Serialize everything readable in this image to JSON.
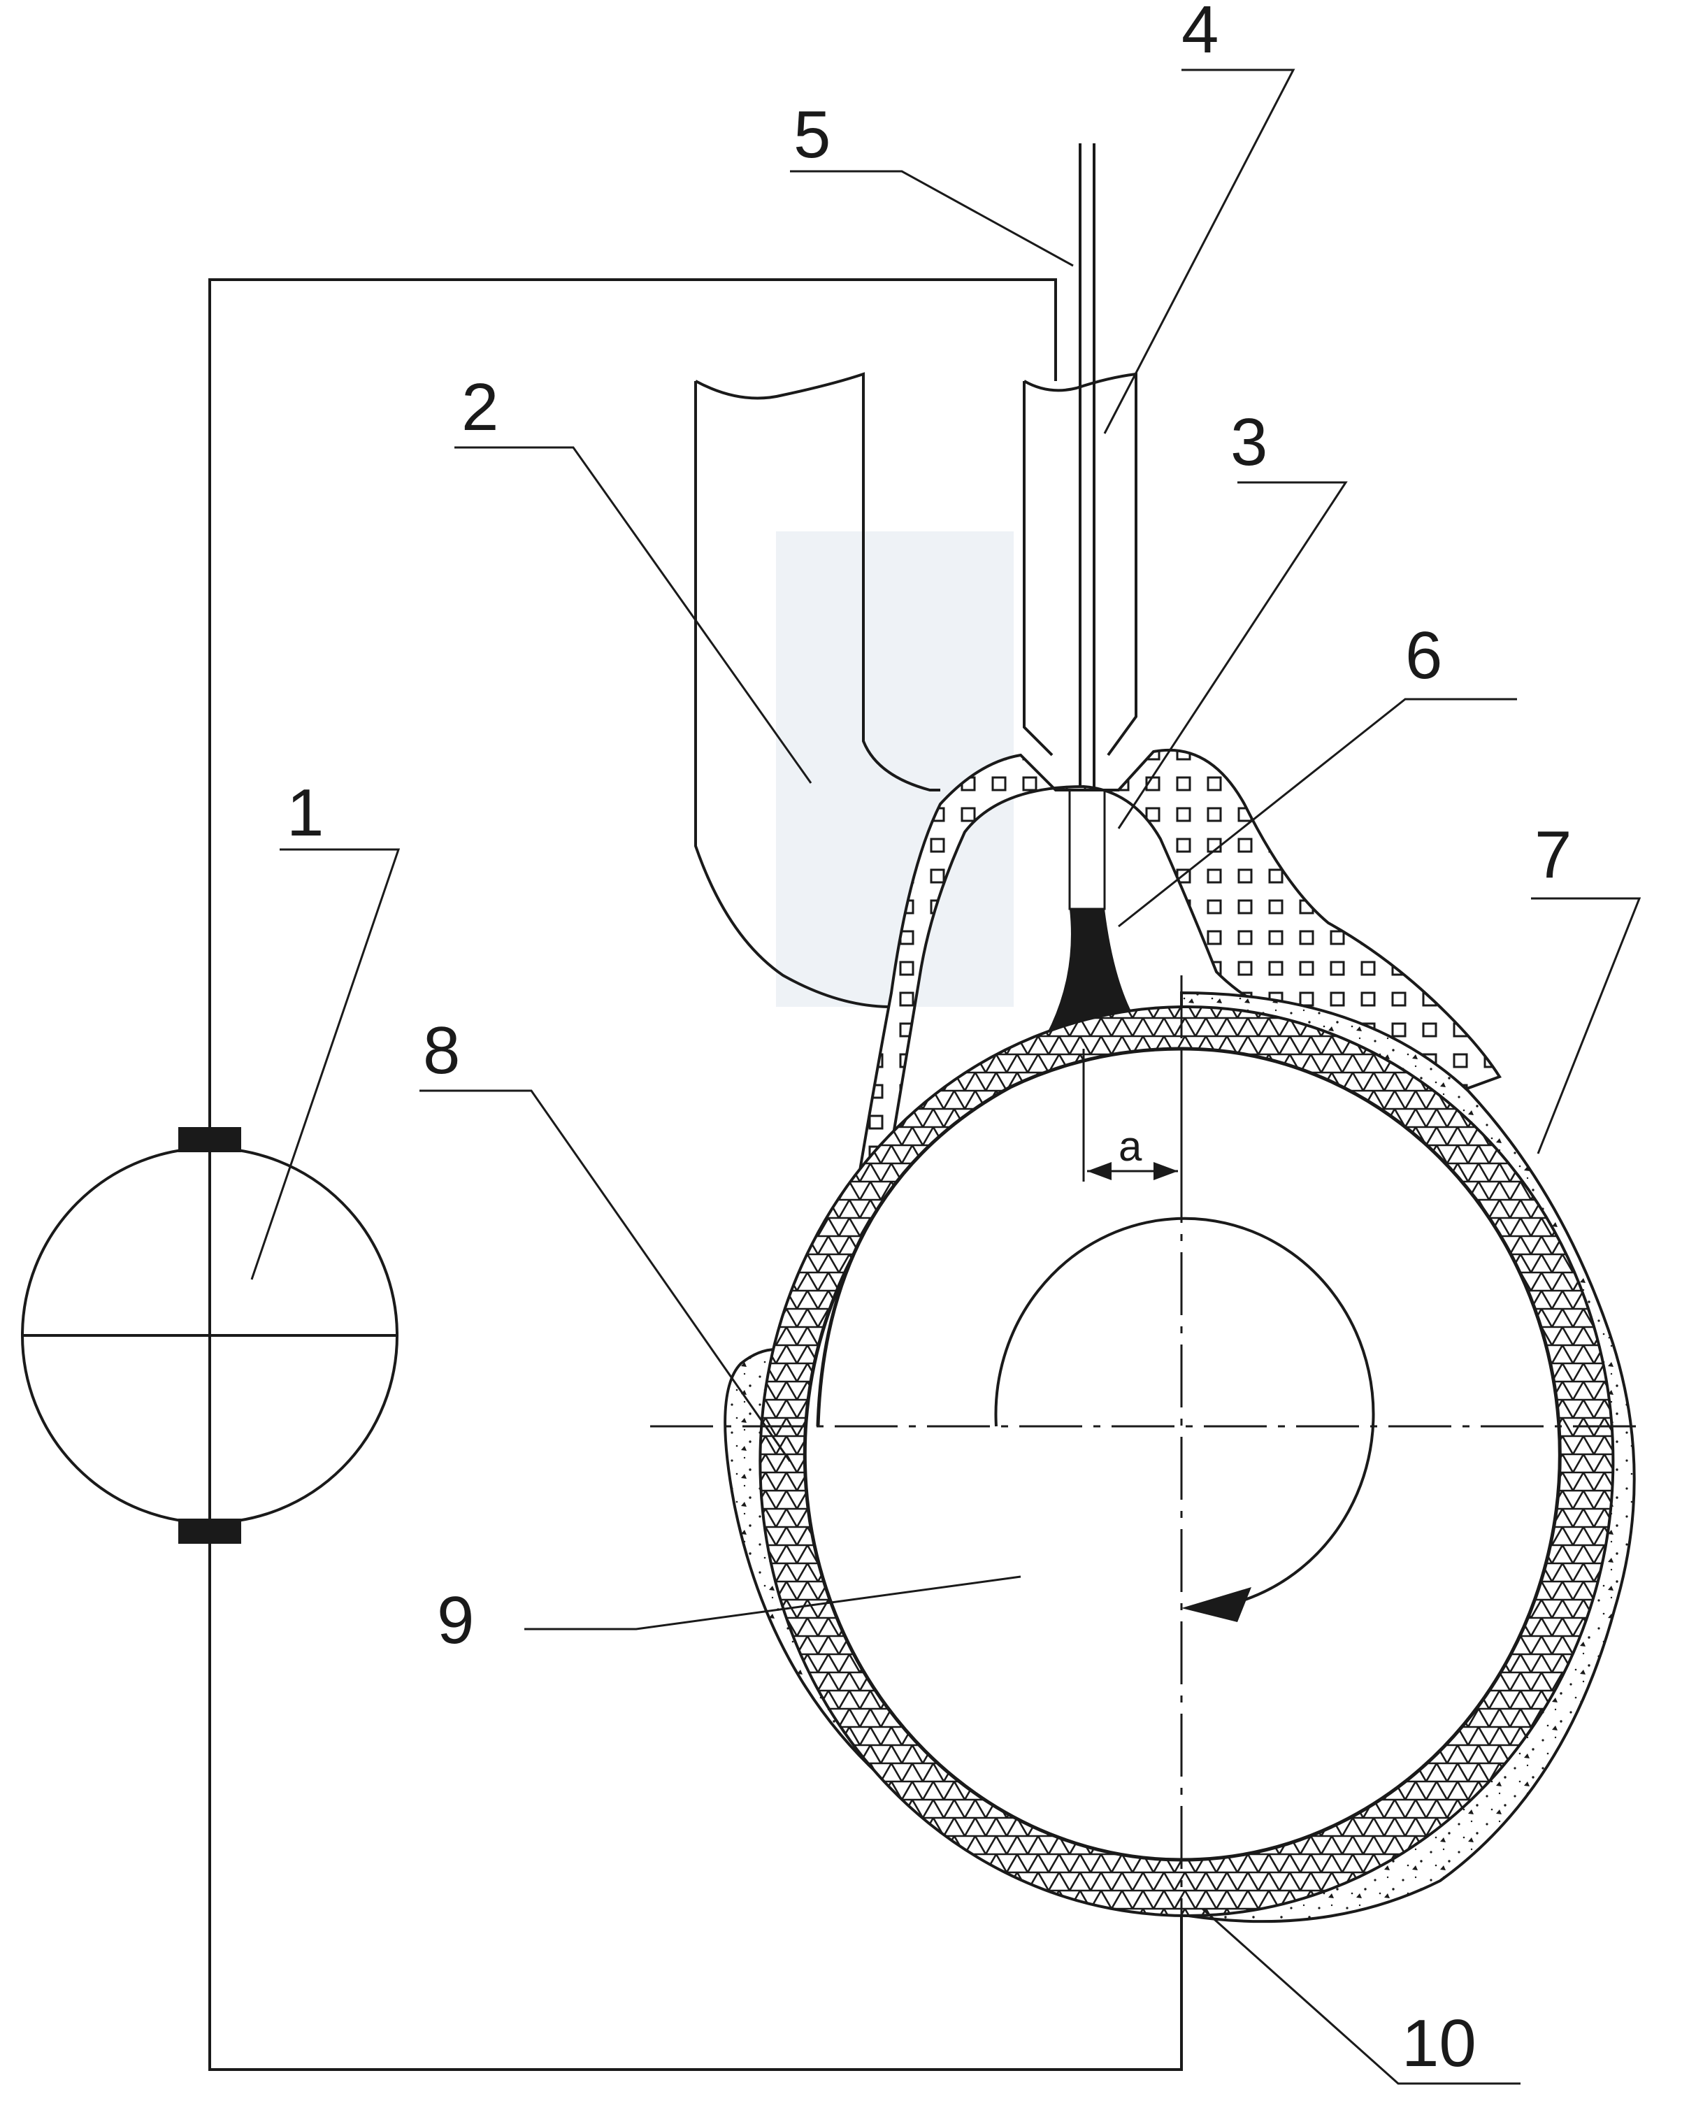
{
  "labels": {
    "l1": "1",
    "l2": "2",
    "l3": "3",
    "l4": "4",
    "l5": "5",
    "l6": "6",
    "l7": "7",
    "l8": "8",
    "l9": "9",
    "l10": "10"
  },
  "dimension": {
    "a": "a"
  },
  "colors": {
    "ink": "#1a1a1a",
    "background": "#ffffff",
    "tint": "#eef2f6"
  }
}
